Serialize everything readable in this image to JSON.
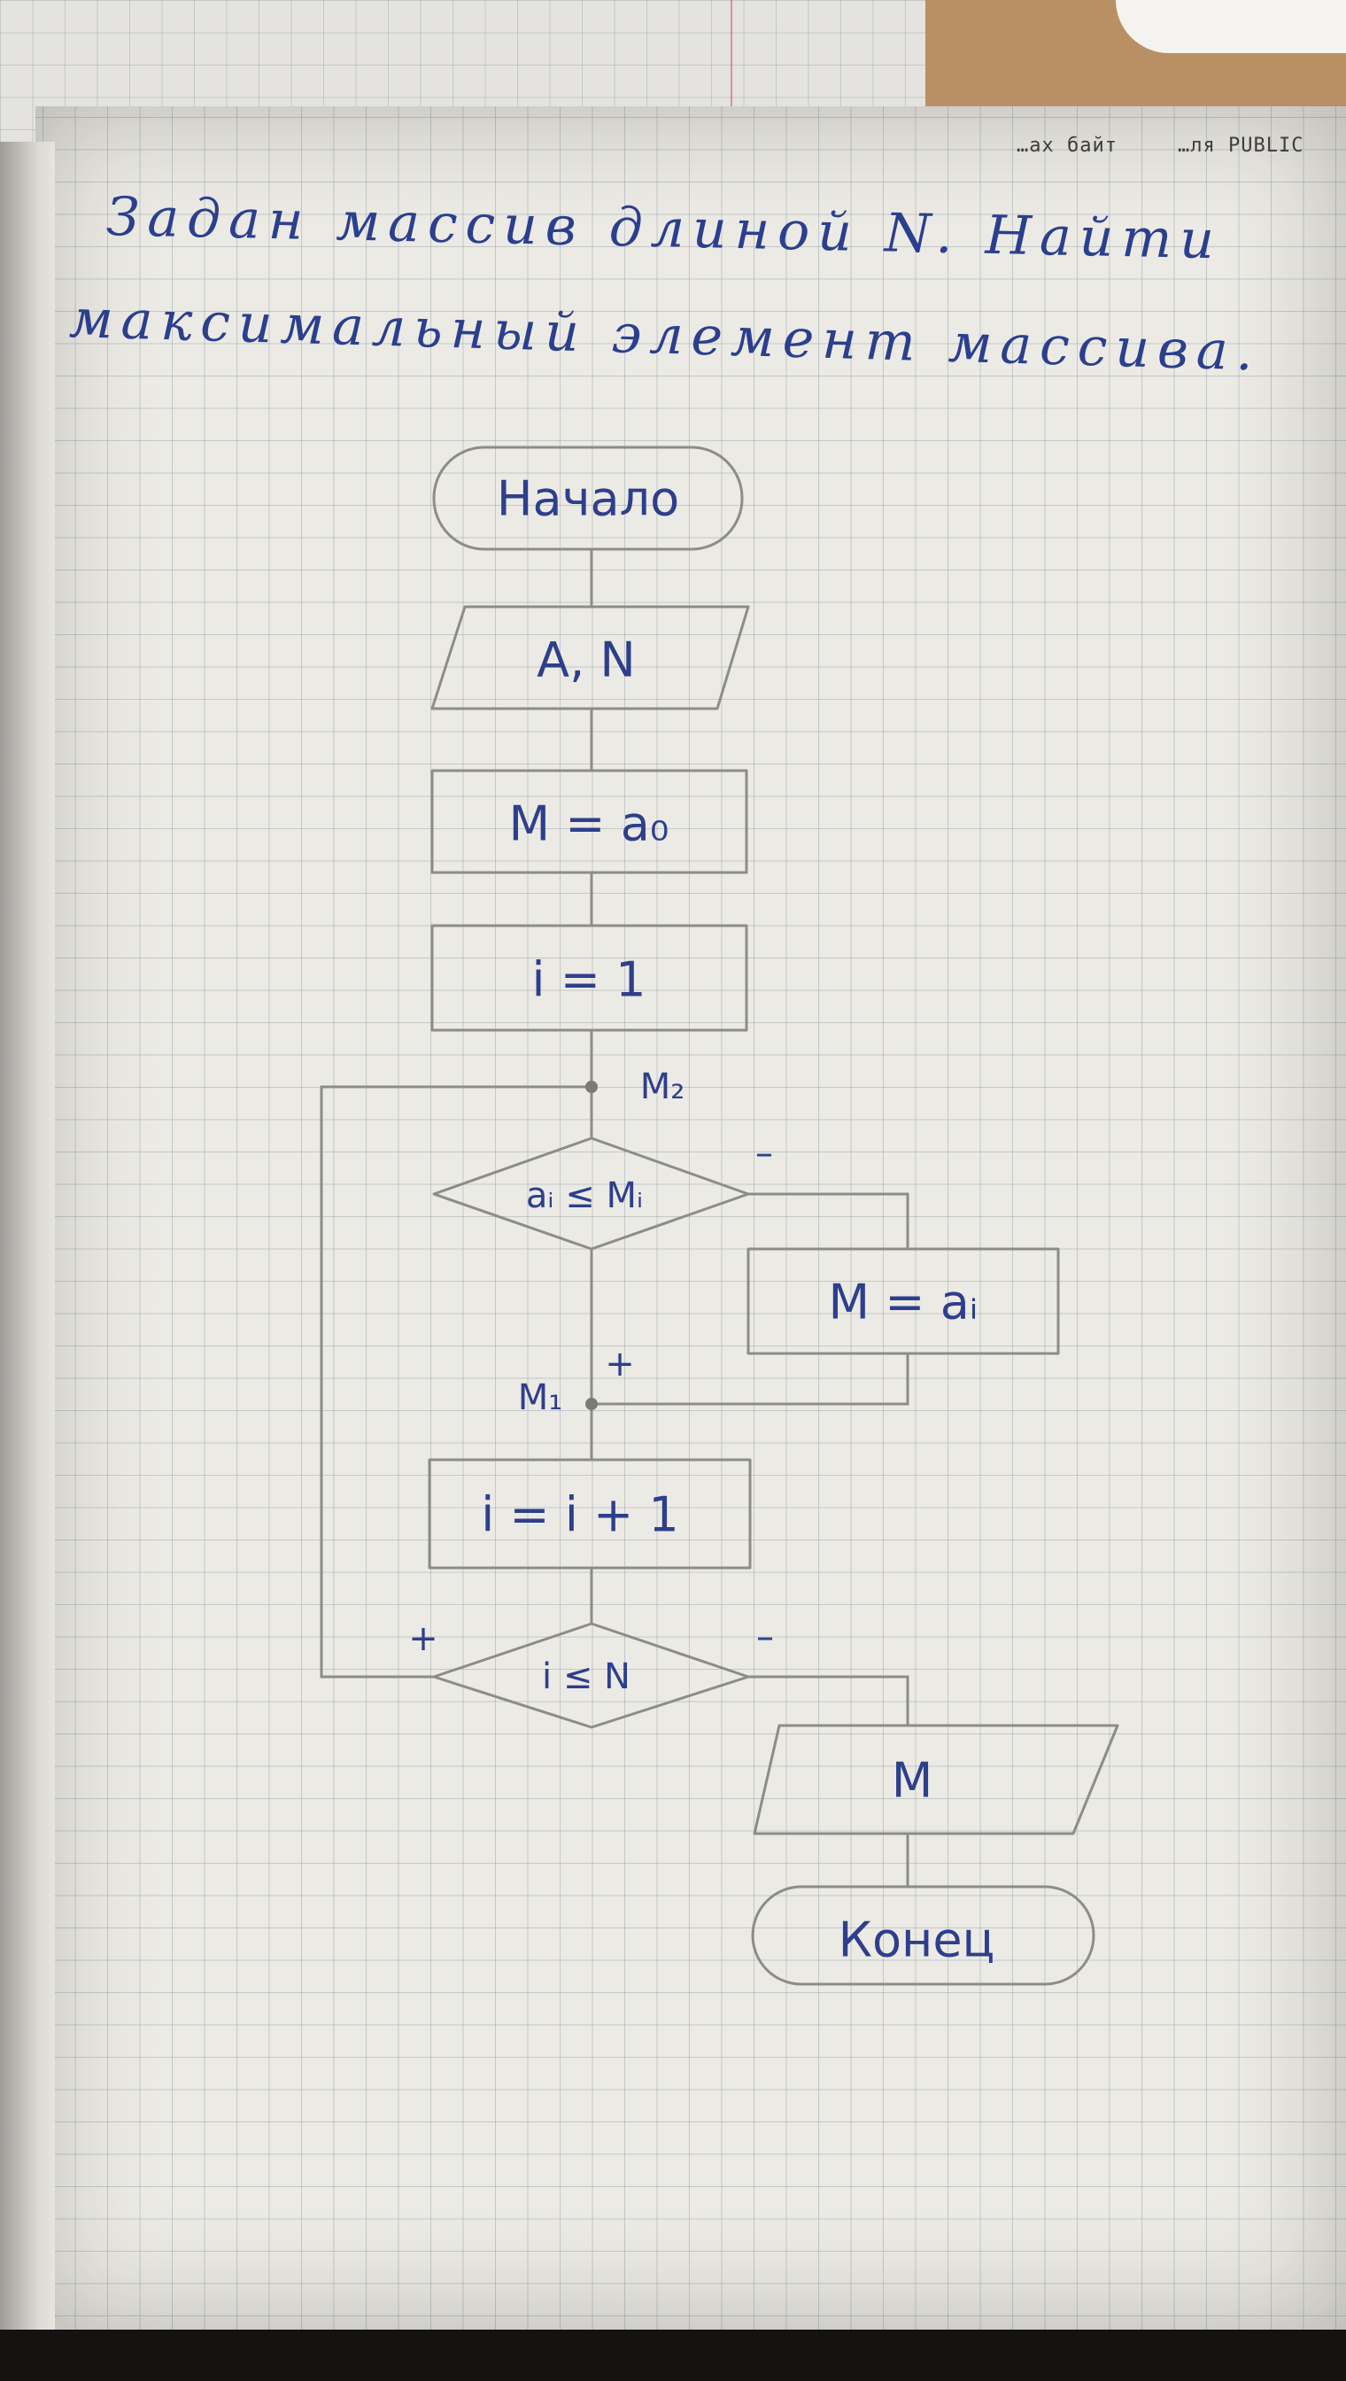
{
  "imprint": {
    "left": "…ах байт",
    "right": "…ля PUBLIC"
  },
  "task": {
    "line1": "Задан массив длиной N. Найти",
    "line2": "максимальный элемент массива."
  },
  "flowchart": {
    "start": "Начало",
    "input": "A, N",
    "init_max": "M = a₀",
    "init_i": "i = 1",
    "merge_top": "M₂",
    "condition_1": "aᵢ ≤ Mᵢ",
    "condition_1_no": "–",
    "condition_1_yes": "+",
    "update_max": "M = aᵢ",
    "merge_mid": "M₁",
    "increment": "i = i + 1",
    "condition_2": "i ≤ N",
    "condition_2_yes": "+",
    "condition_2_no": "–",
    "output": "M",
    "end": "Конец"
  },
  "colors": {
    "ink": "#2d3f8c",
    "pencil": "#8c8c88",
    "paper": "#eceae4",
    "grid": "#6e8296",
    "cover": "#b99063"
  }
}
